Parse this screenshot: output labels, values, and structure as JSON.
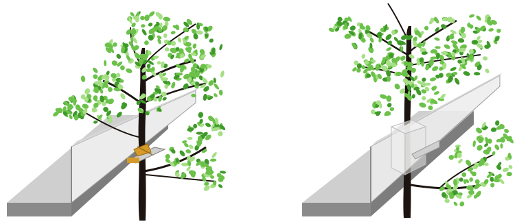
{
  "panels": [
    {
      "id": "left",
      "description_icon": "tree-through-wall-with-clamp"
    },
    {
      "id": "right",
      "description_icon": "tree-behind-glass-wall"
    }
  ],
  "colors": {
    "wall_front": "#8a8a8a",
    "wall_top": "#cfcfcf",
    "wall_side": "#dcdcdc",
    "glass": "#e9e9e9",
    "glass_edge": "#9a9a9a",
    "trunk": "#1c1410",
    "leaf_dark": "#3f9a2a",
    "leaf_mid": "#6cc14a",
    "leaf_light": "#a6df86",
    "clamp": "#d49a2a",
    "clamp_dark": "#9a6a16"
  }
}
